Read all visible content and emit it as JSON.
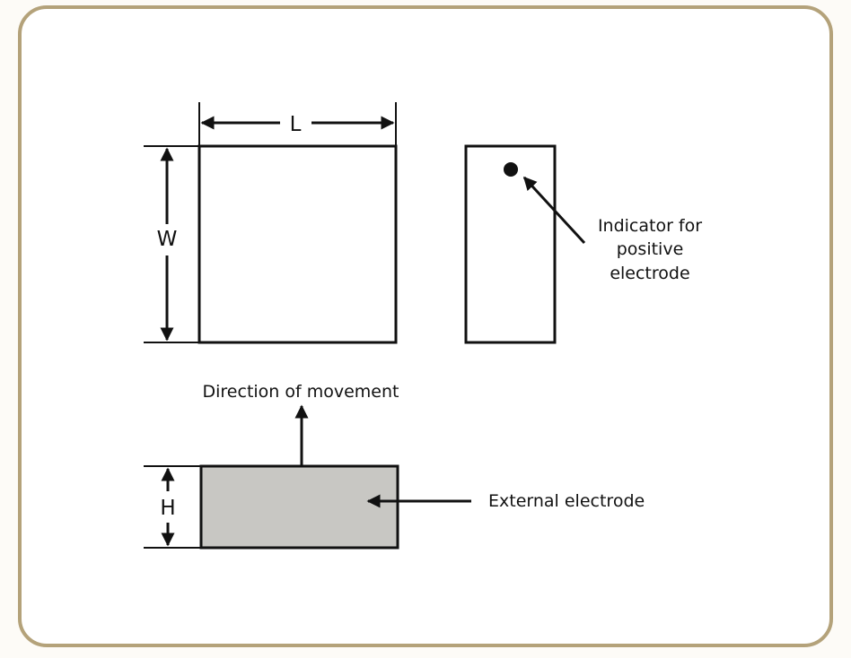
{
  "diagram": {
    "colors": {
      "frame_border": "#b4a27a",
      "frame_fill": "#ffffff",
      "page_background": "#fdfbf7",
      "stroke": "#111111",
      "electrode_fill": "#c8c7c3"
    },
    "dimension_labels": {
      "length": "L",
      "width": "W",
      "height": "H"
    },
    "callouts": {
      "indicator_line_1": "Indicator for",
      "indicator_line_2": "positive",
      "indicator_line_3": "electrode",
      "direction": "Direction of movement",
      "external_electrode": "External electrode"
    }
  }
}
